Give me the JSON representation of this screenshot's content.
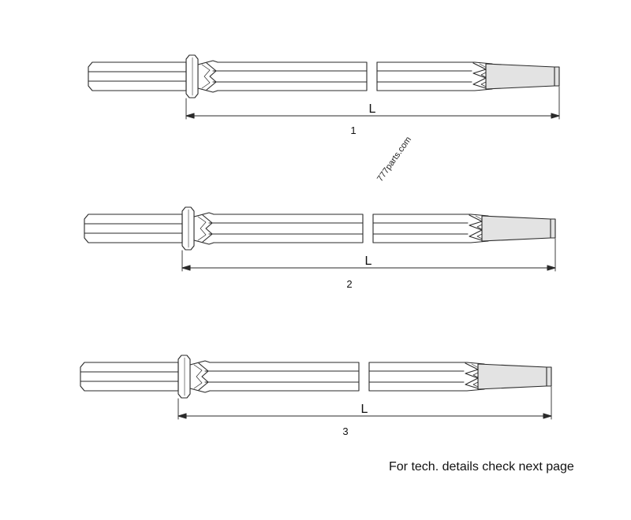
{
  "figures": [
    {
      "number": "1",
      "dimension_label": "L"
    },
    {
      "number": "2",
      "dimension_label": "L"
    },
    {
      "number": "3",
      "dimension_label": "L"
    }
  ],
  "note": "For tech. details check next page",
  "watermark": "777parts.com",
  "watermark_partial": "777pa",
  "colors": {
    "line": "#2a2a2a",
    "tip_fill": "#e3e3e3",
    "background": "#ffffff"
  }
}
